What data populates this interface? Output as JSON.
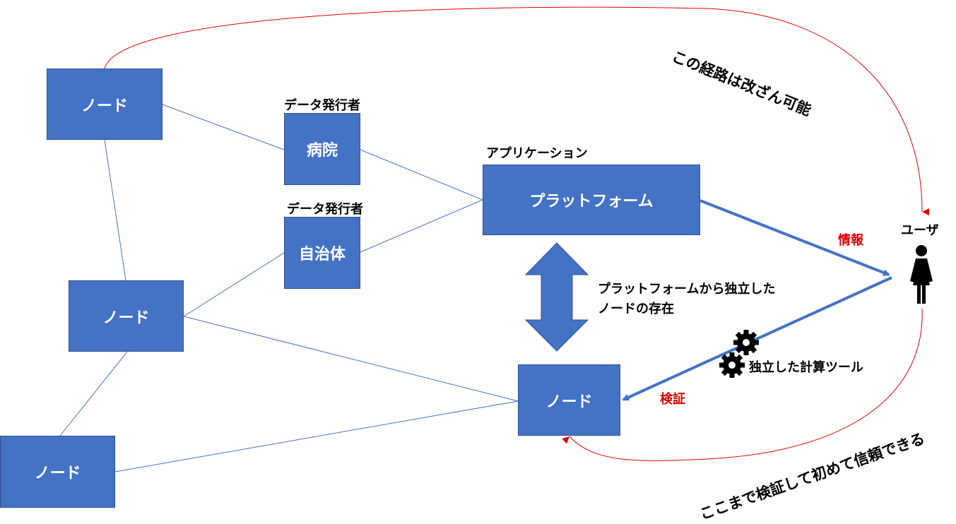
{
  "colors": {
    "box_fill": "#4472c4",
    "box_border": "#2f528f",
    "connector": "#4472c4",
    "red_arrow": "#e00000",
    "text": "#000000",
    "box_text": "#ffffff"
  },
  "nodes": {
    "node_top_left": "ノード",
    "node_mid_left": "ノード",
    "node_bottom_left": "ノード",
    "node_center": "ノード"
  },
  "issuers": {
    "hospital_caption": "データ発行者",
    "hospital": "病院",
    "municipality_caption": "データ発行者",
    "municipality": "自治体"
  },
  "platform": {
    "caption": "アプリケーション",
    "label": "プラットフォーム"
  },
  "user": {
    "label": "ユーザ",
    "icon": "person-icon"
  },
  "annotations": {
    "tamper": "この経路は改ざん可能",
    "independent_node": "プラットフォームから独立した\nノードの存在",
    "info": "情報",
    "verify": "検証",
    "tool": "独立した計算ツール",
    "tool_icon": "gear-icon",
    "trust": "ここまで検証して初めて信頼できる"
  }
}
